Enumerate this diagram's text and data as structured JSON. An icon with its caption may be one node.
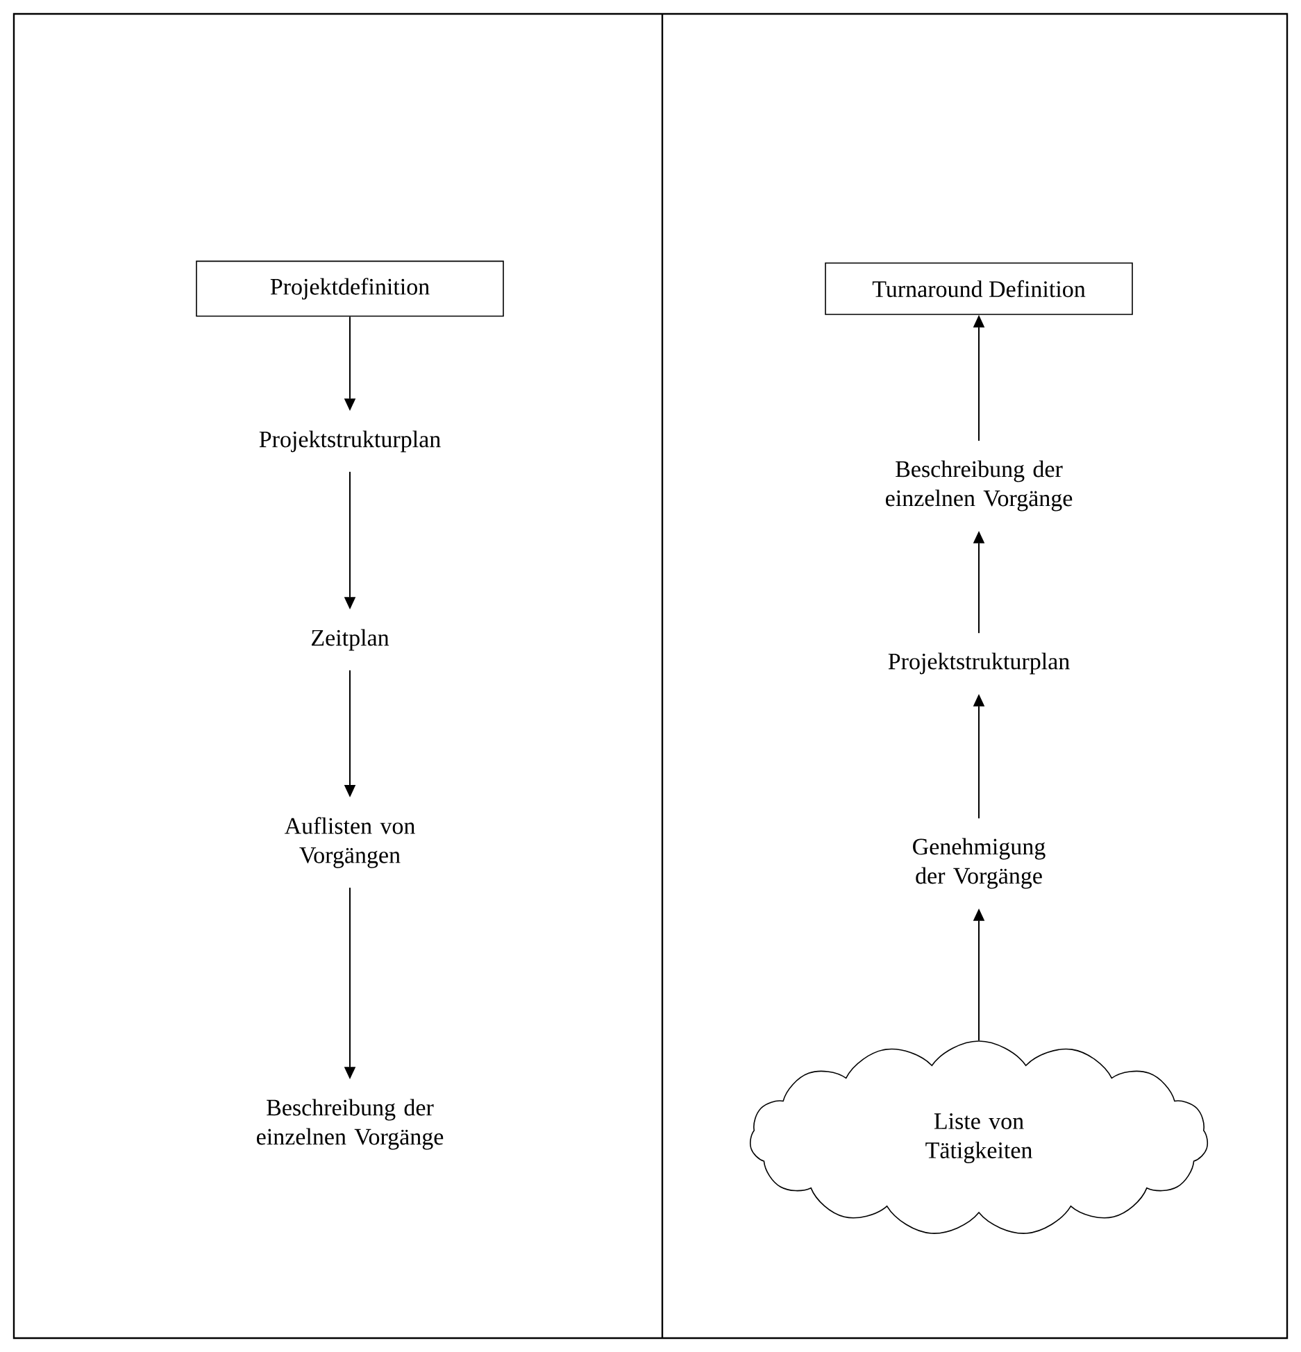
{
  "diagram": {
    "nodes": [
      {
        "text": [
          "Projektdefinition"
        ]
      },
      {
        "text": [
          "Projektstrukturplan"
        ]
      },
      {
        "text": [
          "Zeitplan"
        ]
      },
      {
        "text": [
          "Auflisten von Vorgängen"
        ]
      },
      {
        "text": [
          "Beschreibung der einzelnen Vorgänge"
        ]
      },
      {
        "text": [
          "Turnaround Definition"
        ]
      },
      {
        "text": [
          "Beschreibung der einzelnen Vorgänge"
        ]
      },
      {
        "text": [
          "Projektstrukturplan"
        ]
      },
      {
        "text": [
          "Genehmigung der Vorgänge"
        ]
      },
      {
        "text": [
          "Liste von Tätigkeiten"
        ]
      }
    ],
    "edges": [
      {
        "from": 0,
        "to": 1,
        "arrow": "to"
      },
      {
        "from": 1,
        "to": 2,
        "arrow": "to"
      },
      {
        "from": 2,
        "to": 3,
        "arrow": "to"
      },
      {
        "from": 3,
        "to": 4,
        "arrow": "to"
      },
      {
        "from": 6,
        "to": 5,
        "arrow": "to"
      },
      {
        "from": 7,
        "to": 6,
        "arrow": "to"
      },
      {
        "from": 8,
        "to": 7,
        "arrow": "to"
      },
      {
        "from": 9,
        "to": 8,
        "arrow": "to"
      }
    ]
  }
}
